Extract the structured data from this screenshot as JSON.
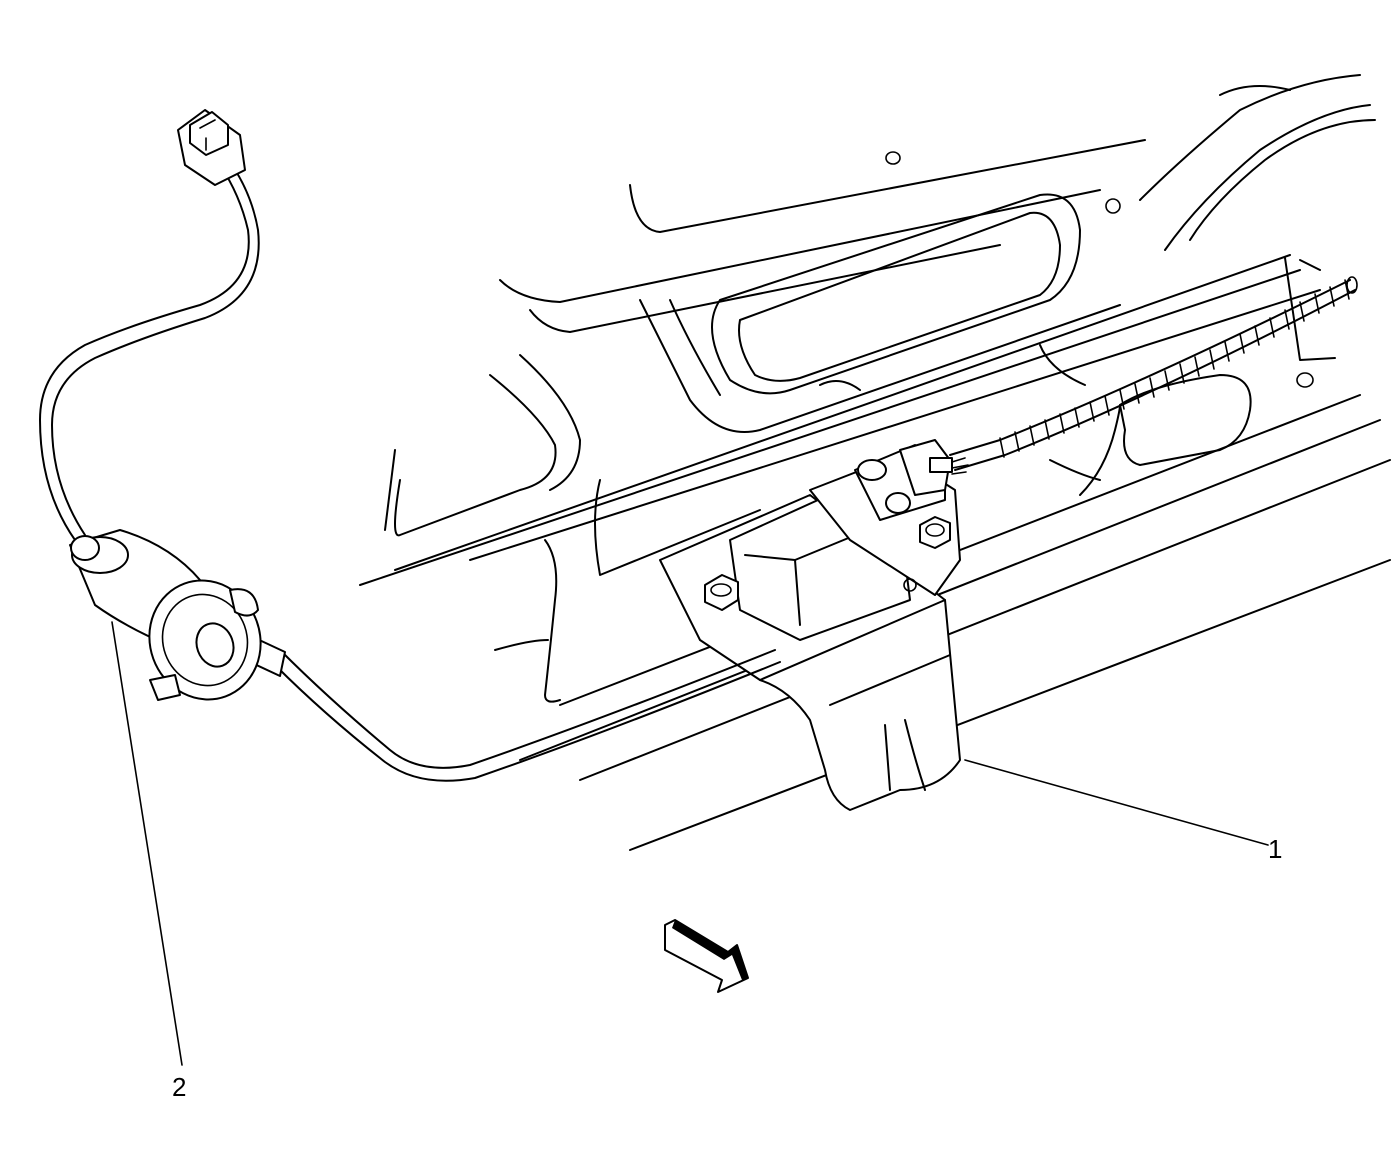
{
  "callouts": [
    {
      "id": "1",
      "label": "1"
    },
    {
      "id": "2",
      "label": "2"
    }
  ],
  "colors": {
    "line": "#000000",
    "background": "#ffffff"
  },
  "icons": [
    "view-direction-arrow-icon"
  ]
}
